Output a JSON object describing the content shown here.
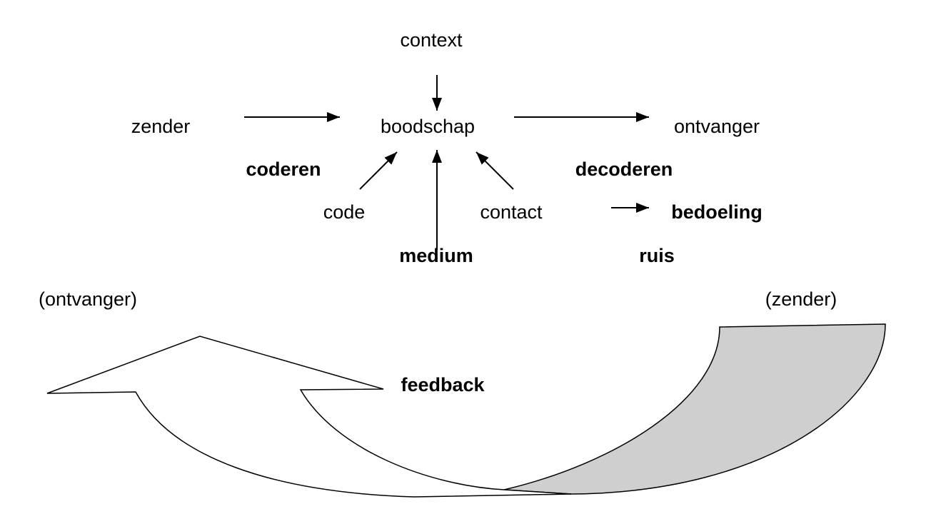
{
  "labels": {
    "context": "context",
    "zender": "zender",
    "boodschap": "boodschap",
    "ontvanger": "ontvanger",
    "coderen": "coderen",
    "decoderen": "decoderen",
    "code": "code",
    "contact": "contact",
    "bedoeling": "bedoeling",
    "medium": "medium",
    "ruis": "ruis",
    "ontvanger_paren": "(ontvanger)",
    "zender_paren": "(zender)",
    "feedback": "feedback"
  },
  "colors": {
    "text": "#000000",
    "line": "#000000",
    "arrow_fill_back": "#cfcfcf",
    "arrow_fill_front": "#ffffff"
  }
}
